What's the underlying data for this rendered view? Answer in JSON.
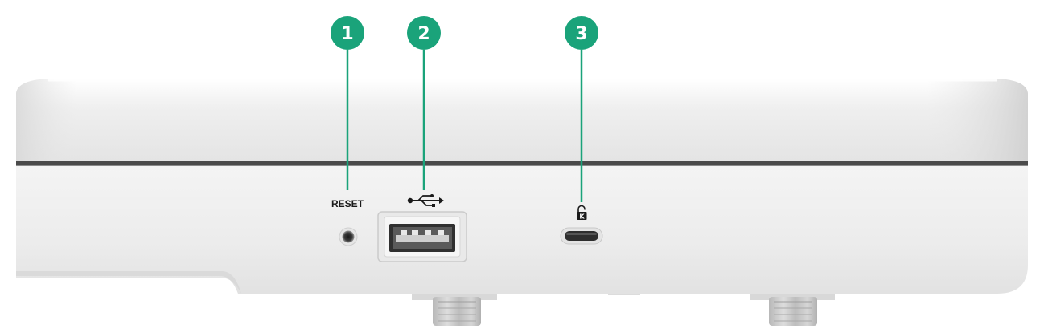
{
  "colors": {
    "callout": "#1aa37a",
    "body_light": "#f2f2f2",
    "body_mid": "#dcdcdc",
    "seam": "#4a4a4a"
  },
  "callouts": [
    {
      "number": "1",
      "target": "reset-button"
    },
    {
      "number": "2",
      "target": "usb-port"
    },
    {
      "number": "3",
      "target": "security-lock-slot"
    }
  ],
  "labels": {
    "reset": "RESET",
    "lock_k": "K"
  },
  "icons": {
    "usb": "usb-icon",
    "lock": "lock-icon"
  }
}
